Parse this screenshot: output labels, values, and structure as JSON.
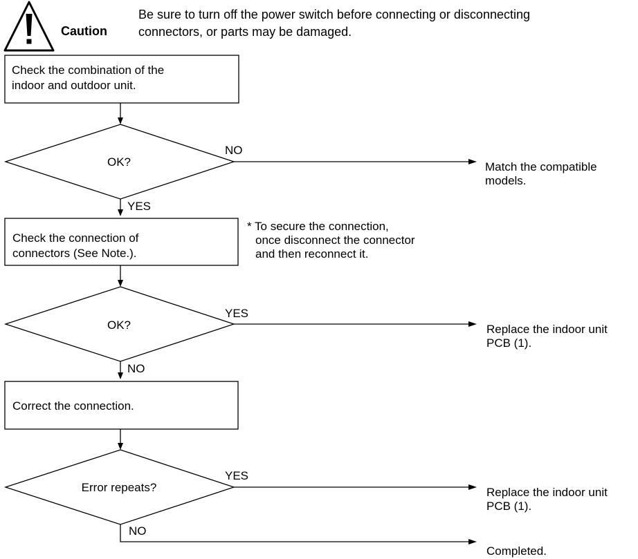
{
  "caution": {
    "label": "Caution",
    "icon": "warning-triangle-icon",
    "text_line1": "Be sure to turn off the power switch before connecting or disconnecting",
    "text_line2": "connectors, or parts may be damaged."
  },
  "flowchart": {
    "step1": {
      "line1": "Check the combination of the",
      "line2": "indoor and outdoor unit."
    },
    "decision1": {
      "label": "OK?",
      "no_label": "NO",
      "yes_label": "YES"
    },
    "result1": {
      "line1": "Match the compatible",
      "line2": "models."
    },
    "step2": {
      "line1": "Check the connection of",
      "line2": "connectors (See Note.)."
    },
    "note": {
      "line1": "* To secure the connection,",
      "line2": "once disconnect the connector",
      "line3": "and then reconnect it."
    },
    "decision2": {
      "label": "OK?",
      "yes_label": "YES",
      "no_label": "NO"
    },
    "result2": {
      "line1": "Replace the indoor unit",
      "line2": "PCB (1)."
    },
    "step3": {
      "line1": "Correct the connection."
    },
    "decision3": {
      "label": "Error repeats?",
      "yes_label": "YES",
      "no_label": "NO"
    },
    "result3": {
      "line1": "Replace the indoor unit",
      "line2": "PCB (1)."
    },
    "result4": {
      "line1": "Completed."
    }
  }
}
